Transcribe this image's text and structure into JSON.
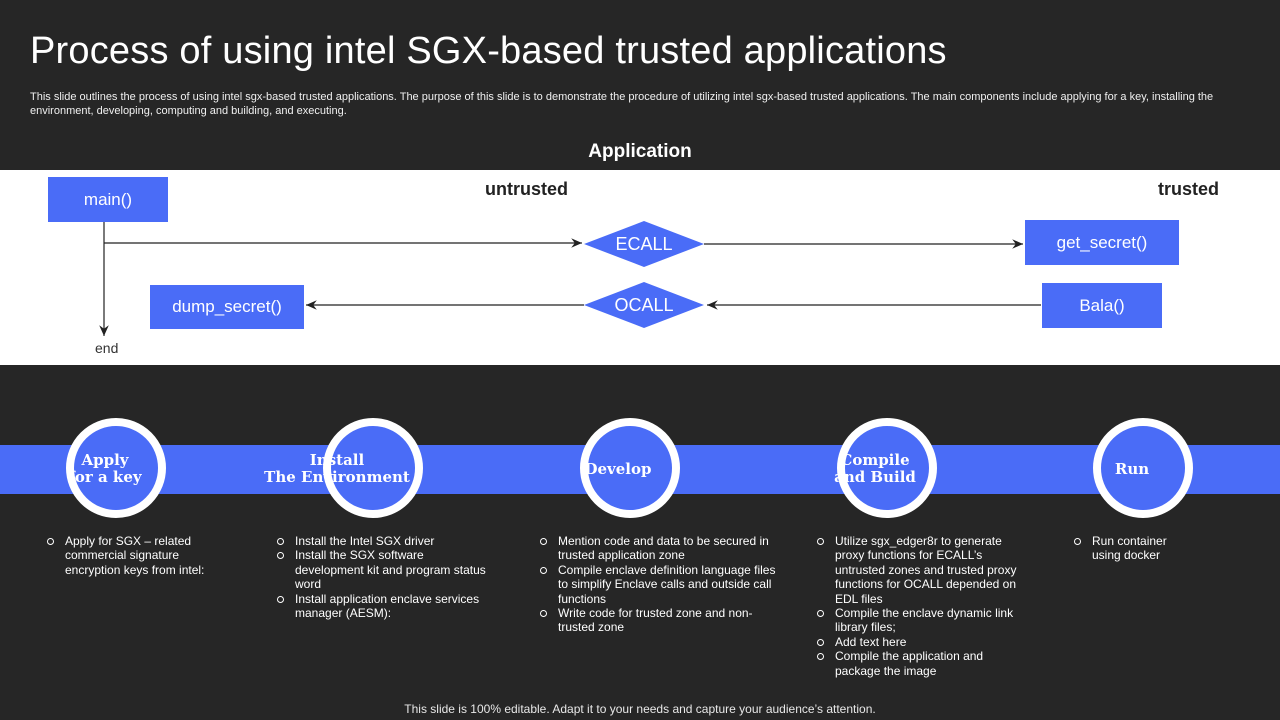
{
  "title": "Process of using intel SGX-based trusted applications",
  "subtitle": "This slide outlines the process of using intel sgx-based trusted applications. The purpose of this slide is to demonstrate the procedure of utilizing intel sgx-based trusted applications. The main components include applying for a key, installing the environment, developing, computing and building, and executing.",
  "diagram": {
    "heading": "Application",
    "zone_untrusted": "untrusted",
    "zone_trusted": "trusted",
    "main": "main()",
    "ecall": "ECALL",
    "get_secret": "get_secret()",
    "dump_secret": "dump_secret()",
    "ocall": "OCALL",
    "bala": "Bala()",
    "end": "end"
  },
  "steps": [
    {
      "label": "Apply\nfor a key",
      "bullets": [
        "Apply for SGX – related commercial signature encryption keys from intel:"
      ]
    },
    {
      "label": "Install\nThe Environment",
      "bullets": [
        "Install the Intel SGX driver",
        "Install the SGX software development kit and program status word",
        "Install application enclave services manager (AESM):"
      ]
    },
    {
      "label": "Develop",
      "bullets": [
        "Mention code and data to  be secured in trusted application zone",
        "Compile enclave definition language files to simplify Enclave calls and outside call functions",
        "Write code for trusted zone and non-trusted zone"
      ]
    },
    {
      "label": "Compile\nand Build",
      "bullets": [
        "Utilize sgx_edger8r to generate proxy functions for ECALL’s untrusted zones and trusted proxy functions for OCALL depended on EDL files",
        "Compile the enclave dynamic link library files;",
        "Add text here",
        "Compile the application and package the image"
      ]
    },
    {
      "label": "Run",
      "bullets": [
        "Run container using docker"
      ]
    }
  ],
  "footer": "This slide is 100% editable. Adapt it to your needs and capture your audience’s attention.",
  "colors": {
    "background": "#262626",
    "accent": "#4a6cf7",
    "panel": "#ffffff"
  }
}
